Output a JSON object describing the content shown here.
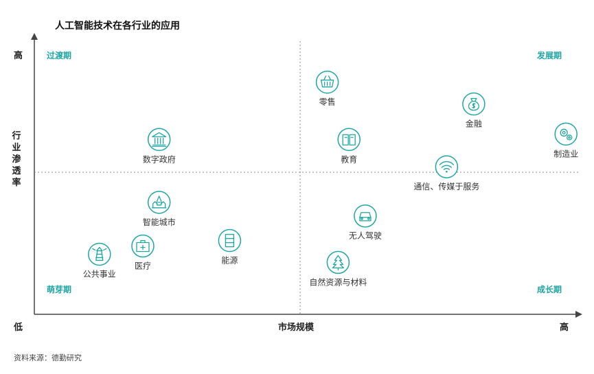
{
  "title": "人工智能技术在各行业的应用",
  "source": "资料来源：德勤研究",
  "axes": {
    "y_high": "高",
    "y_low": "低",
    "x_high": "高",
    "x_title": "市场规模",
    "y_title": "行业渗透率"
  },
  "quadrants": {
    "top_left": "过渡期",
    "top_right": "发展期",
    "bottom_left": "萌芽期",
    "bottom_right": "成长期"
  },
  "colors": {
    "accent": "#1fa6a4",
    "axis": "#444444",
    "divider": "#888888"
  },
  "chart_data": {
    "type": "scatter",
    "xlabel": "市场规模",
    "ylabel": "行业渗透率",
    "xlim": [
      0,
      100
    ],
    "ylim": [
      0,
      100
    ],
    "dividers": {
      "x": 49,
      "y": 52
    },
    "points": [
      {
        "name": "零售",
        "icon": "basket-icon",
        "x": 54,
        "y": 85
      },
      {
        "name": "金融",
        "icon": "money-bag-icon",
        "x": 81,
        "y": 77
      },
      {
        "name": "制造业",
        "icon": "gears-icon",
        "x": 98,
        "y": 66
      },
      {
        "name": "教育",
        "icon": "book-icon",
        "x": 58,
        "y": 64
      },
      {
        "name": "通信、传媒于服务",
        "icon": "wifi-icon",
        "x": 76,
        "y": 54
      },
      {
        "name": "无人驾驶",
        "icon": "car-icon",
        "x": 61,
        "y": 36
      },
      {
        "name": "自然资源与材料",
        "icon": "tree-icon",
        "x": 56,
        "y": 19
      },
      {
        "name": "数字政府",
        "icon": "government-building-icon",
        "x": 23,
        "y": 64
      },
      {
        "name": "智能城市",
        "icon": "city-buildings-icon",
        "x": 23,
        "y": 41
      },
      {
        "name": "能源",
        "icon": "battery-icon",
        "x": 36,
        "y": 27
      },
      {
        "name": "医疗",
        "icon": "medical-kit-icon",
        "x": 20,
        "y": 25
      },
      {
        "name": "公共事业",
        "icon": "lighthouse-icon",
        "x": 12,
        "y": 22
      }
    ]
  }
}
